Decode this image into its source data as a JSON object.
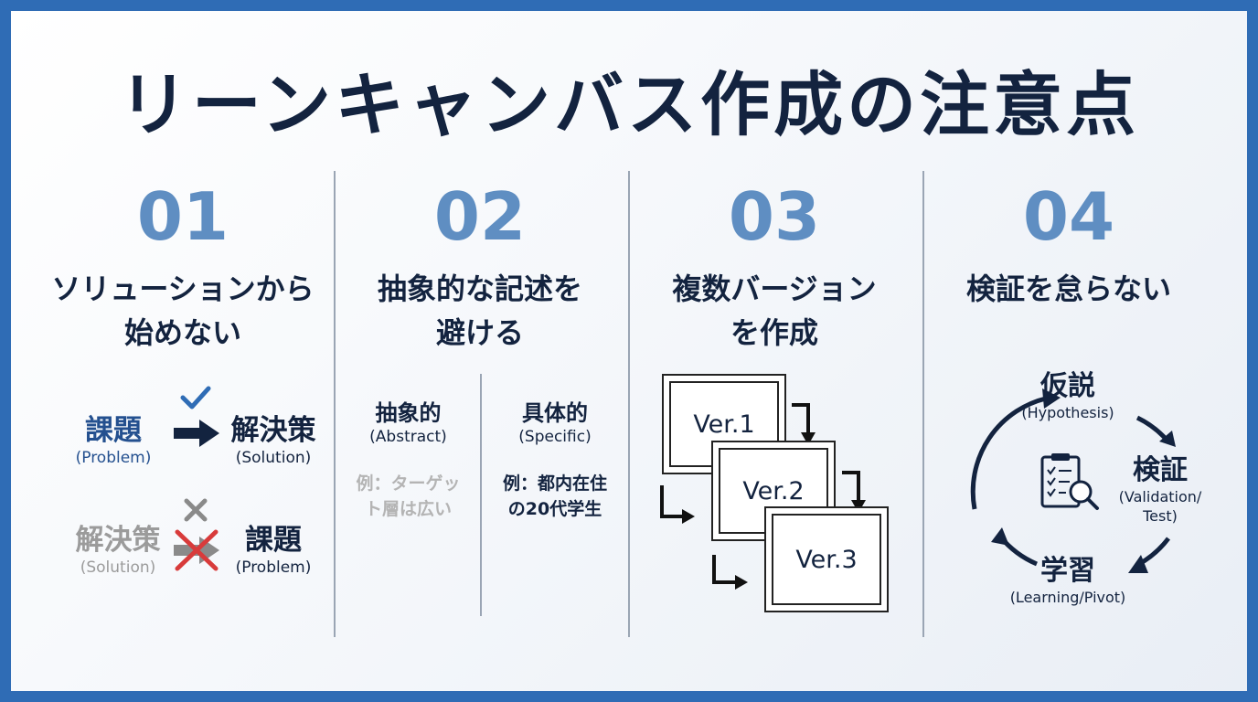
{
  "title": "リーンキャンバス作成の注意点",
  "colors": {
    "accent": "#5f8ec2",
    "navy": "#13233f",
    "blue_text": "#24508f",
    "cross": "#d83b3b",
    "border": "#2f6cb5"
  },
  "columns": [
    {
      "number": "01",
      "heading_lines": [
        "ソリューションから",
        "始めない"
      ],
      "good": {
        "from_jp": "課題",
        "from_en": "(Problem)",
        "to_jp": "解決策",
        "to_en": "(Solution)"
      },
      "bad": {
        "from_jp": "解決策",
        "from_en": "(Solution)",
        "to_jp": "課題",
        "to_en": "(Problem)"
      }
    },
    {
      "number": "02",
      "heading_lines": [
        "抽象的な記述を",
        "避ける"
      ],
      "left": {
        "jp": "抽象的",
        "en": "(Abstract)",
        "example_lines": [
          "例：ターゲッ",
          "ト層は広い"
        ]
      },
      "right": {
        "jp": "具体的",
        "en": "(Specific)",
        "example_lines": [
          "例：都内在住",
          "の20代学生"
        ]
      }
    },
    {
      "number": "03",
      "heading_lines": [
        "複数バージョン",
        "を作成"
      ],
      "versions": [
        "Ver.1",
        "Ver.2",
        "Ver.3"
      ]
    },
    {
      "number": "04",
      "heading_lines": [
        "検証を怠らない"
      ],
      "cycle": [
        {
          "jp": "仮説",
          "en_lines": [
            "(Hypothesis)"
          ]
        },
        {
          "jp": "検証",
          "en_lines": [
            "(Validation/",
            "Test)"
          ]
        },
        {
          "jp": "学習",
          "en_lines": [
            "(Learning/Pivot)"
          ]
        }
      ]
    }
  ]
}
